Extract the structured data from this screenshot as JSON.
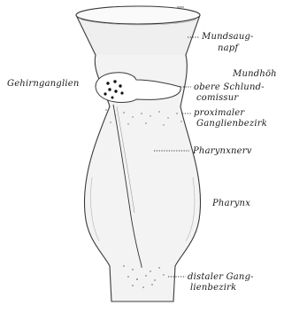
{
  "labels": {
    "mundsaugnapf_1": "Mundsaug-",
    "mundsaugnapf_2": "napf",
    "mundhoehle": "Mundhöh",
    "gehirnganglien": "Gehirnganglien",
    "obere_schlundcomissur_1": "obere Schlund-",
    "obere_schlundcomissur_2": "comissur",
    "proximaler_ganglienbezirk_1": "proximaler",
    "proximaler_ganglienbezirk_2": "Ganglienbezirk",
    "pharynxnerv": "Pharynxnerv",
    "pharynx": "Pharynx",
    "distaler_ganglienbezirk_1": "distaler Gang-",
    "distaler_ganglienbezirk_2": "lienbezirk"
  }
}
